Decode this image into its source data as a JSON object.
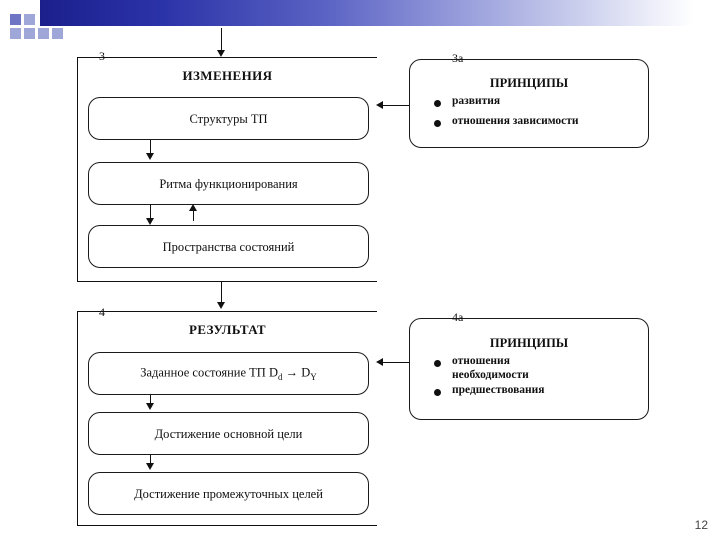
{
  "slide": {
    "page_number": "12",
    "decor": {
      "bar_colors": [
        "#1b1f8c",
        "#9aa0dc",
        "#ffffff"
      ]
    }
  },
  "sections": [
    {
      "number": "3",
      "title": "ИЗМЕНЕНИЯ",
      "boxes": [
        {
          "label": "Структуры ТП"
        },
        {
          "label": "Ритма функционирования"
        },
        {
          "label": "Пространства состояний"
        }
      ]
    },
    {
      "number": "4",
      "title": "РЕЗУЛЬТАТ",
      "boxes": [
        {
          "label": "Заданное состояние ТП D",
          "sub1": "d",
          "mid": " → D",
          "sub2": "Y"
        },
        {
          "label": "Достижение основной цели"
        },
        {
          "label": "Достижение промежуточных целей"
        }
      ]
    }
  ],
  "panels": [
    {
      "number": "3а",
      "title": "ПРИНЦИПЫ",
      "items": [
        "развития",
        "отношения зависимости"
      ]
    },
    {
      "number": "4а",
      "title": "ПРИНЦИПЫ",
      "items": [
        "отношения\nнеобходимости",
        "предшествования"
      ]
    }
  ]
}
